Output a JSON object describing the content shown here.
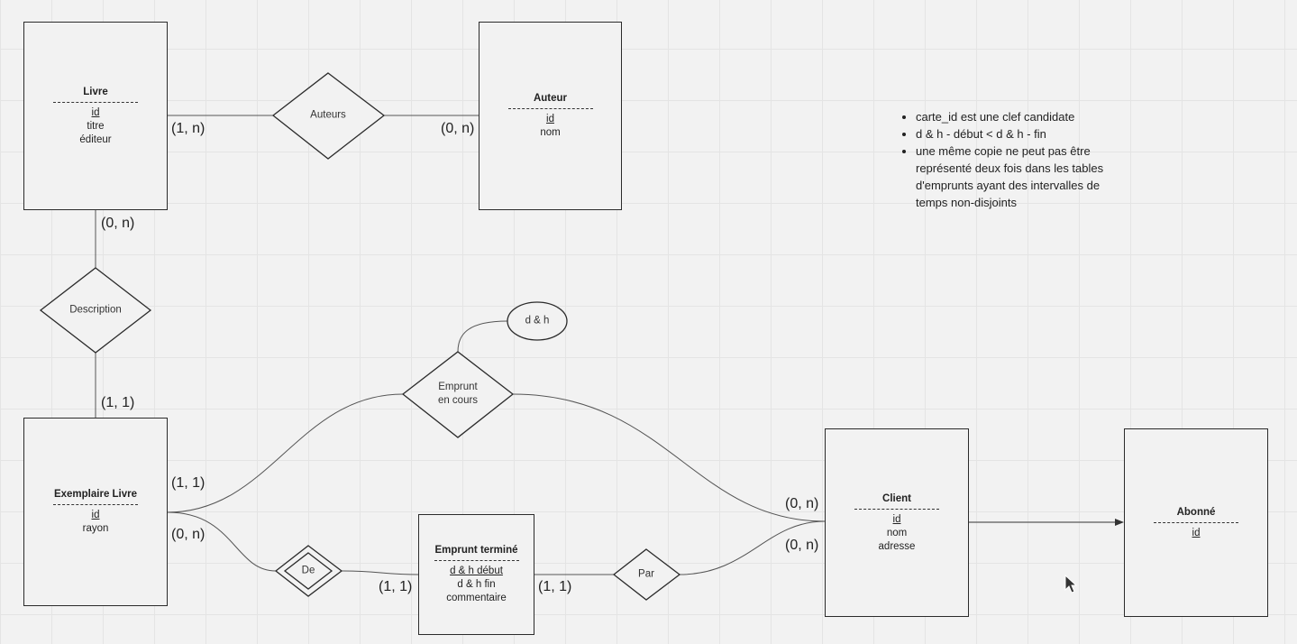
{
  "entities": {
    "livre": {
      "name": "Livre",
      "separator": "--------------------------",
      "attrs": [
        "id",
        "titre",
        "éditeur"
      ]
    },
    "auteur": {
      "name": "Auteur",
      "separator": "--------------------------",
      "attrs": [
        "id",
        "nom"
      ]
    },
    "exemplaire": {
      "name": "Exemplaire Livre",
      "separator": "--------------------------",
      "attrs": [
        "id",
        "rayon"
      ]
    },
    "emprunt_termine": {
      "name": "Emprunt terminé",
      "separator": "--------------------------",
      "attrs": [
        "d & h début",
        "d & h fin",
        "commentaire"
      ]
    },
    "client": {
      "name": "Client",
      "separator": "--------------------------",
      "attrs": [
        "id",
        "nom",
        "adresse"
      ]
    },
    "abonne": {
      "name": "Abonné",
      "separator": "--------------------------",
      "attrs": [
        "id"
      ]
    }
  },
  "relations": {
    "auteurs": "Auteurs",
    "description": "Description",
    "emprunt_en_cours": "Emprunt\nen cours",
    "de": "De",
    "par": "Par",
    "dh_attribute": "d & h"
  },
  "cardinalities": {
    "livre_auteurs": "(1, n)",
    "auteur_auteurs": "(0, n)",
    "livre_description": "(0, n)",
    "exemplaire_description": "(1, 1)",
    "exemplaire_emprunt_en_cours": "(1, 1)",
    "exemplaire_de": "(0, n)",
    "emprunt_termine_de": "(1, 1)",
    "emprunt_termine_par": "(1, 1)",
    "client_emprunt_en_cours": "(0, n)",
    "client_par": "(0, n)"
  },
  "notes": [
    "carte_id est une clef candidate",
    "d & h - début < d & h - fin",
    "une même copie ne peut pas être représenté deux fois dans les tables d'emprunts ayant des intervalles de temps non-disjoints"
  ],
  "colors": {
    "line": "#555555",
    "border": "#2b2b2b",
    "background": "#f2f2f2"
  }
}
